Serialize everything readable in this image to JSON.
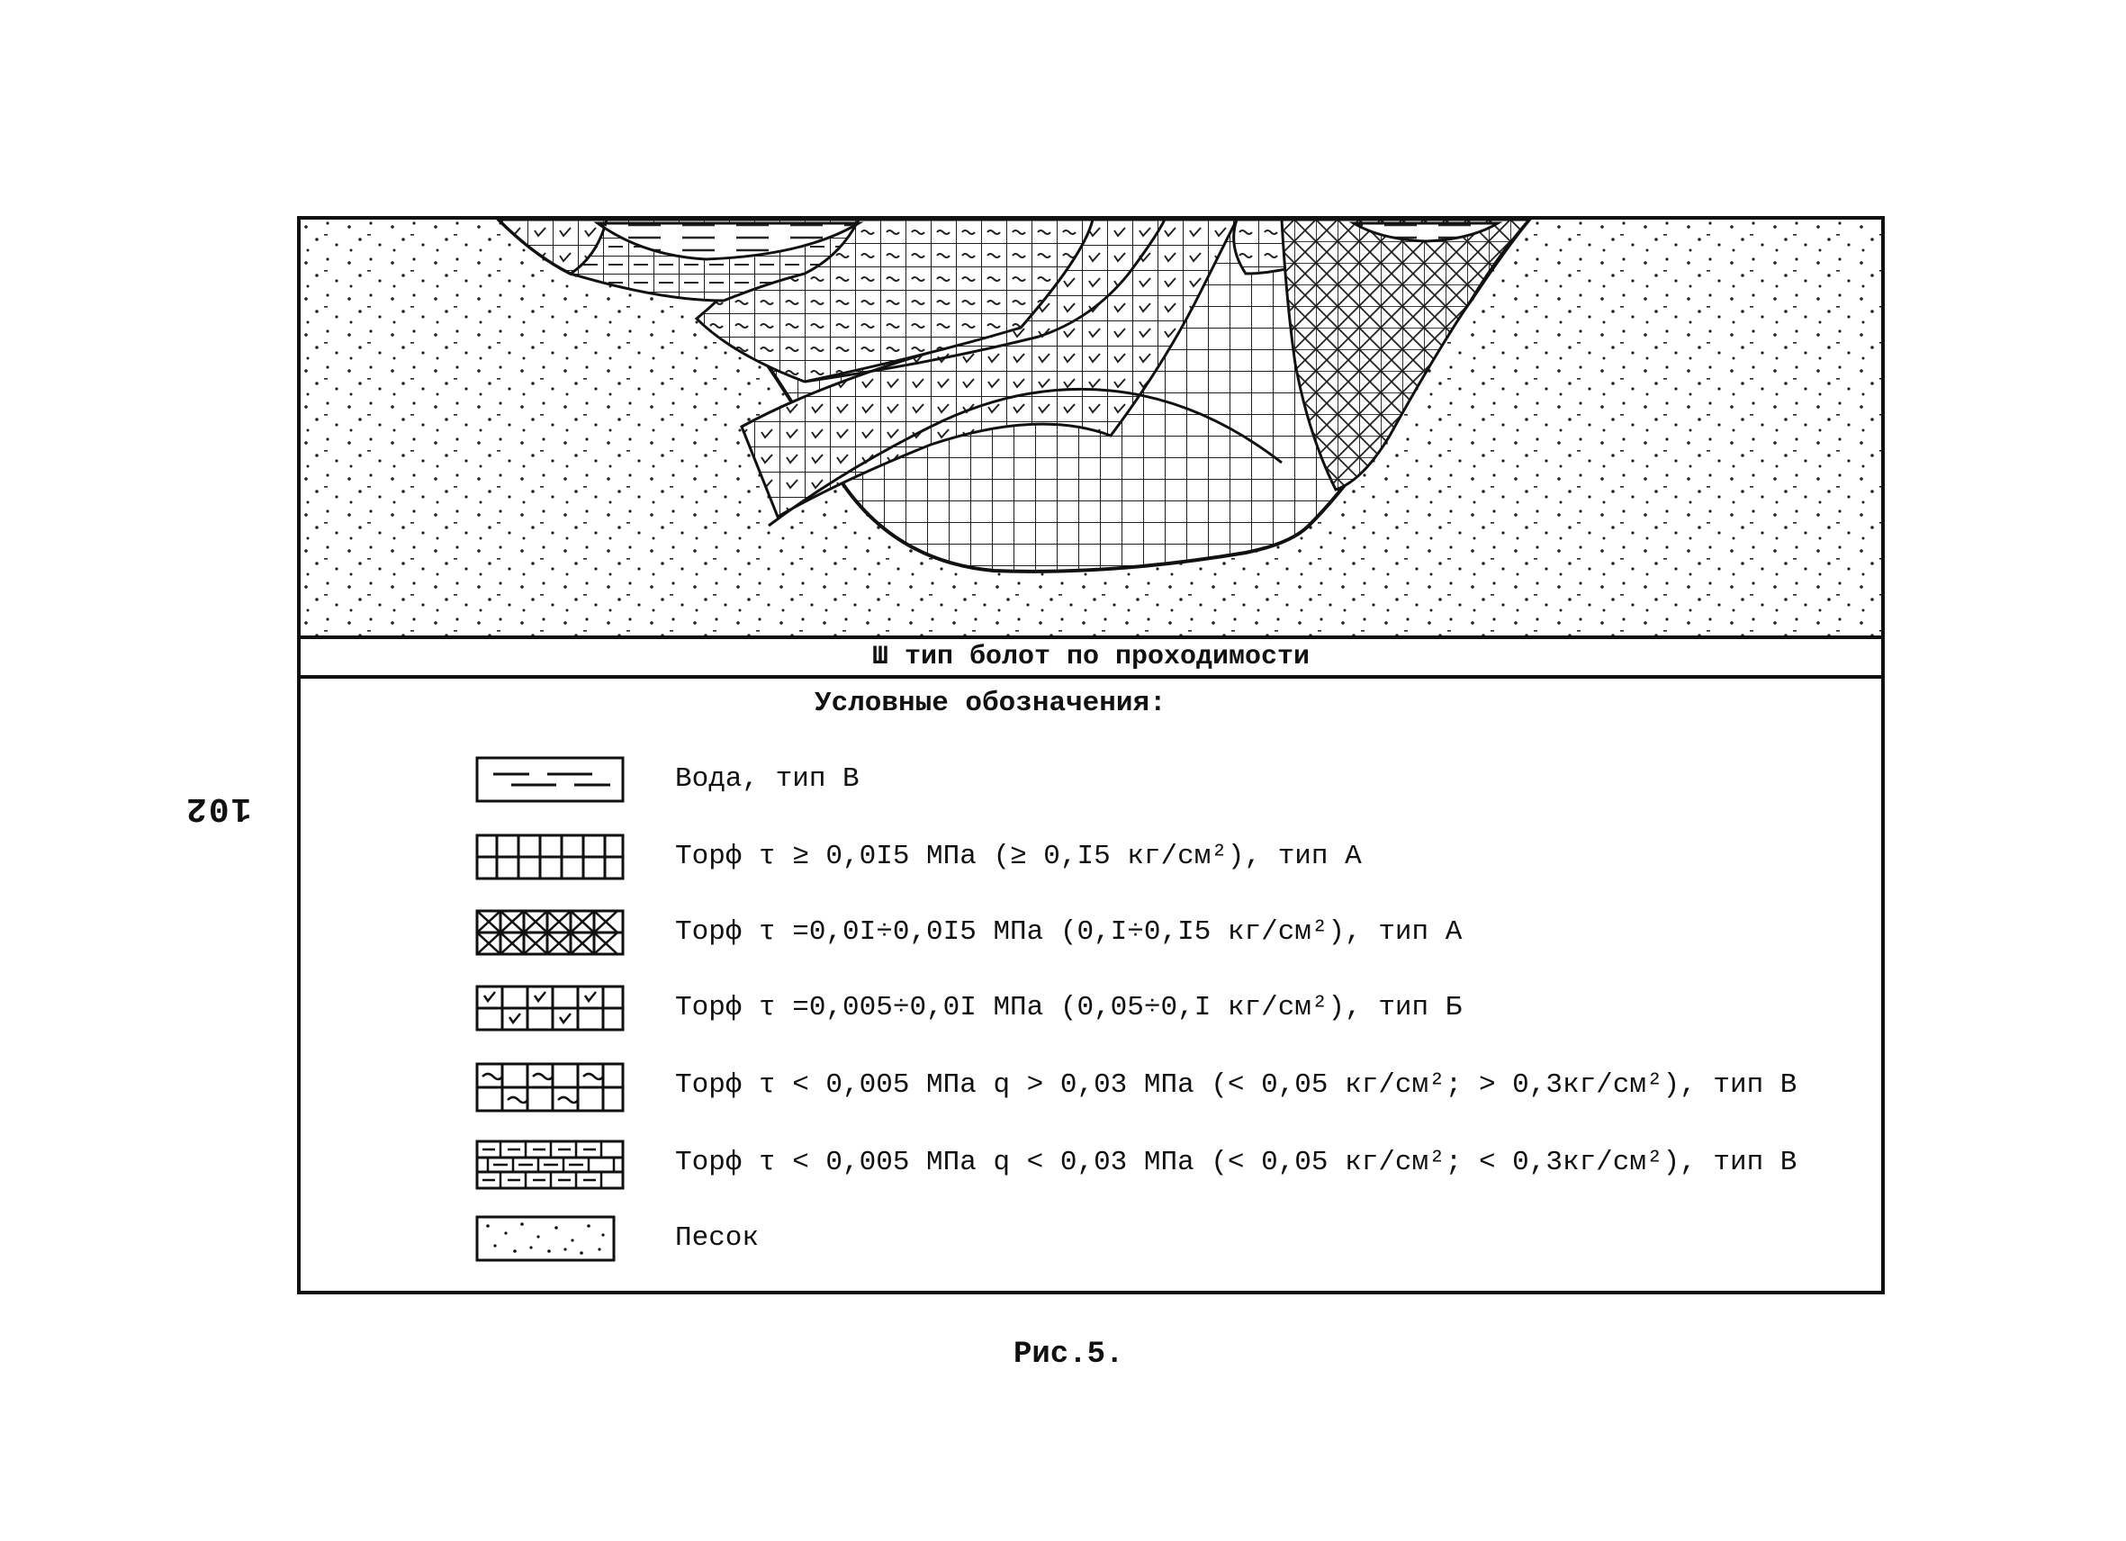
{
  "page": {
    "number": "102"
  },
  "section": {
    "title": "Ш тип болот по проходимости"
  },
  "legend": {
    "heading": "Условные обозначения:",
    "items": [
      {
        "pattern": "water-dashes",
        "text": "Вода, тип В"
      },
      {
        "pattern": "grid",
        "text": "Торф τ ≥ 0,0I5 МПа (≥ 0,I5 кг/см²), тип А"
      },
      {
        "pattern": "cross-hatch-grid",
        "text": "Торф τ =0,0I÷0,0I5 МПа (0,I÷0,I5 кг/см²), тип А"
      },
      {
        "pattern": "grid-with-checkmarks",
        "text": "Торф τ =0,005÷0,0I МПа (0,05÷0,I кг/см²), тип Б"
      },
      {
        "pattern": "grid-with-tildes",
        "text": "Торф τ < 0,005 МПа q > 0,03 МПа (< 0,05 кг/см²; > 0,3кг/см²), тип В"
      },
      {
        "pattern": "grid-with-dashes",
        "text": "Торф τ < 0,005 МПа q < 0,03 МПа (< 0,05 кг/см²; < 0,3кг/см²), тип В"
      },
      {
        "pattern": "sand-dots",
        "text": "Песок"
      }
    ]
  },
  "figure": {
    "caption": "Рис.5."
  }
}
